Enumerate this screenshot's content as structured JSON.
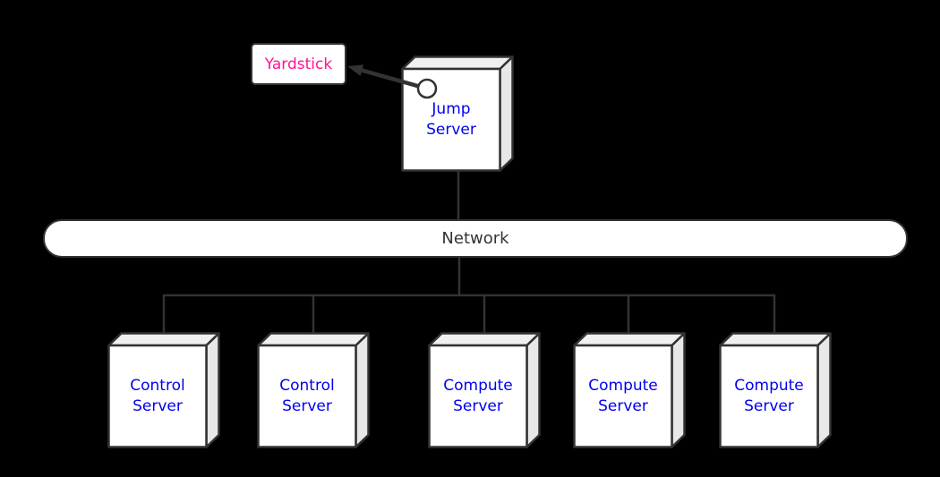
{
  "diagram": {
    "yardstick": {
      "label": "Yardstick"
    },
    "jump_server": {
      "label": "Jump\nServer"
    },
    "network": {
      "label": "Network"
    },
    "servers": [
      {
        "label": "Control\nServer"
      },
      {
        "label": "Control\nServer"
      },
      {
        "label": "Compute\nServer"
      },
      {
        "label": "Compute\nServer"
      },
      {
        "label": "Compute\nServer"
      }
    ],
    "colors": {
      "background": "#000000",
      "line_and_border": "#333333",
      "node_front": "#ffffff",
      "node_top": "#f0f0f0",
      "node_side": "#e8e8e8",
      "server_label_blue": "#0000ee",
      "yardstick_pink": "#ff1493",
      "network_text": "#333333"
    }
  }
}
